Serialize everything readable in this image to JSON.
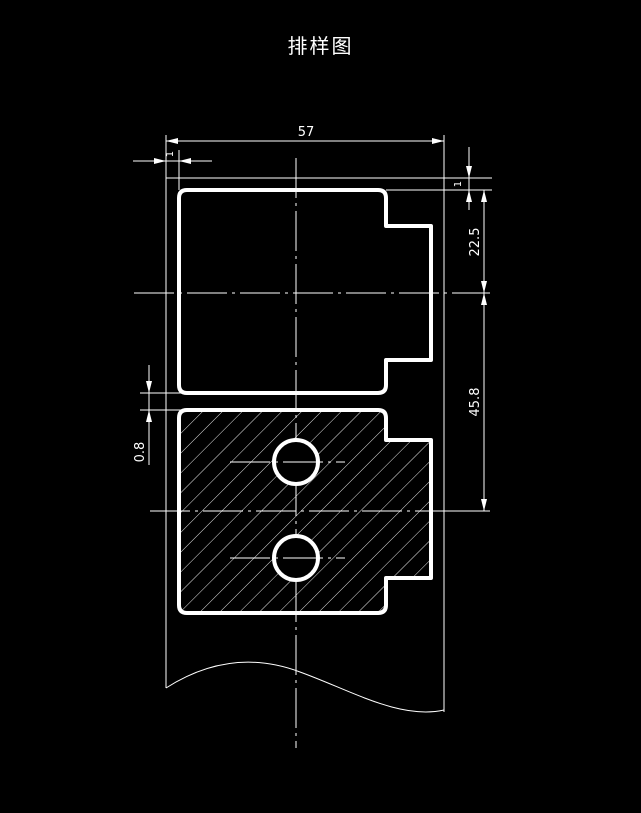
{
  "title": "排样图",
  "dimensions": {
    "strip_width": "57",
    "left_edge_gap": "1",
    "top_edge_gap": "1",
    "first_offset": "22.5",
    "pitch": "45.8",
    "part_gap": "0.8"
  },
  "colors": {
    "background": "#000000",
    "lines": "#ffffff"
  }
}
